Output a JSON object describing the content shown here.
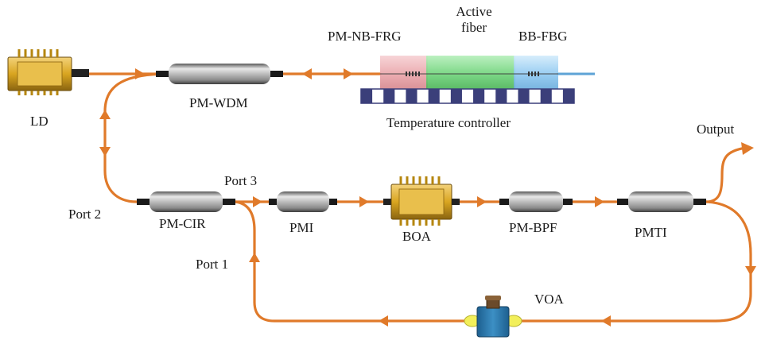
{
  "labels": {
    "ld": "LD",
    "pm_wdm": "PM-WDM",
    "pm_nb_frg": "PM-NB-FRG",
    "active_fiber_line1": "Active",
    "active_fiber_line2": "fiber",
    "bb_fbg": "BB-FBG",
    "temperature_controller": "Temperature controller",
    "output": "Output",
    "port_3": "Port 3",
    "port_2": "Port 2",
    "port_1": "Port 1",
    "pm_cir": "PM-CIR",
    "pmi": "PMI",
    "boa": "BOA",
    "pm_bpf": "PM-BPF",
    "pmti": "PMTI",
    "voa": "VOA"
  },
  "colors": {
    "fiber": "#e07a2a",
    "gold_pins": "#d9a520",
    "frg_red": "#e9a3a8",
    "active_green": "#6fd37a",
    "fbg_blue": "#8cc7f0"
  }
}
